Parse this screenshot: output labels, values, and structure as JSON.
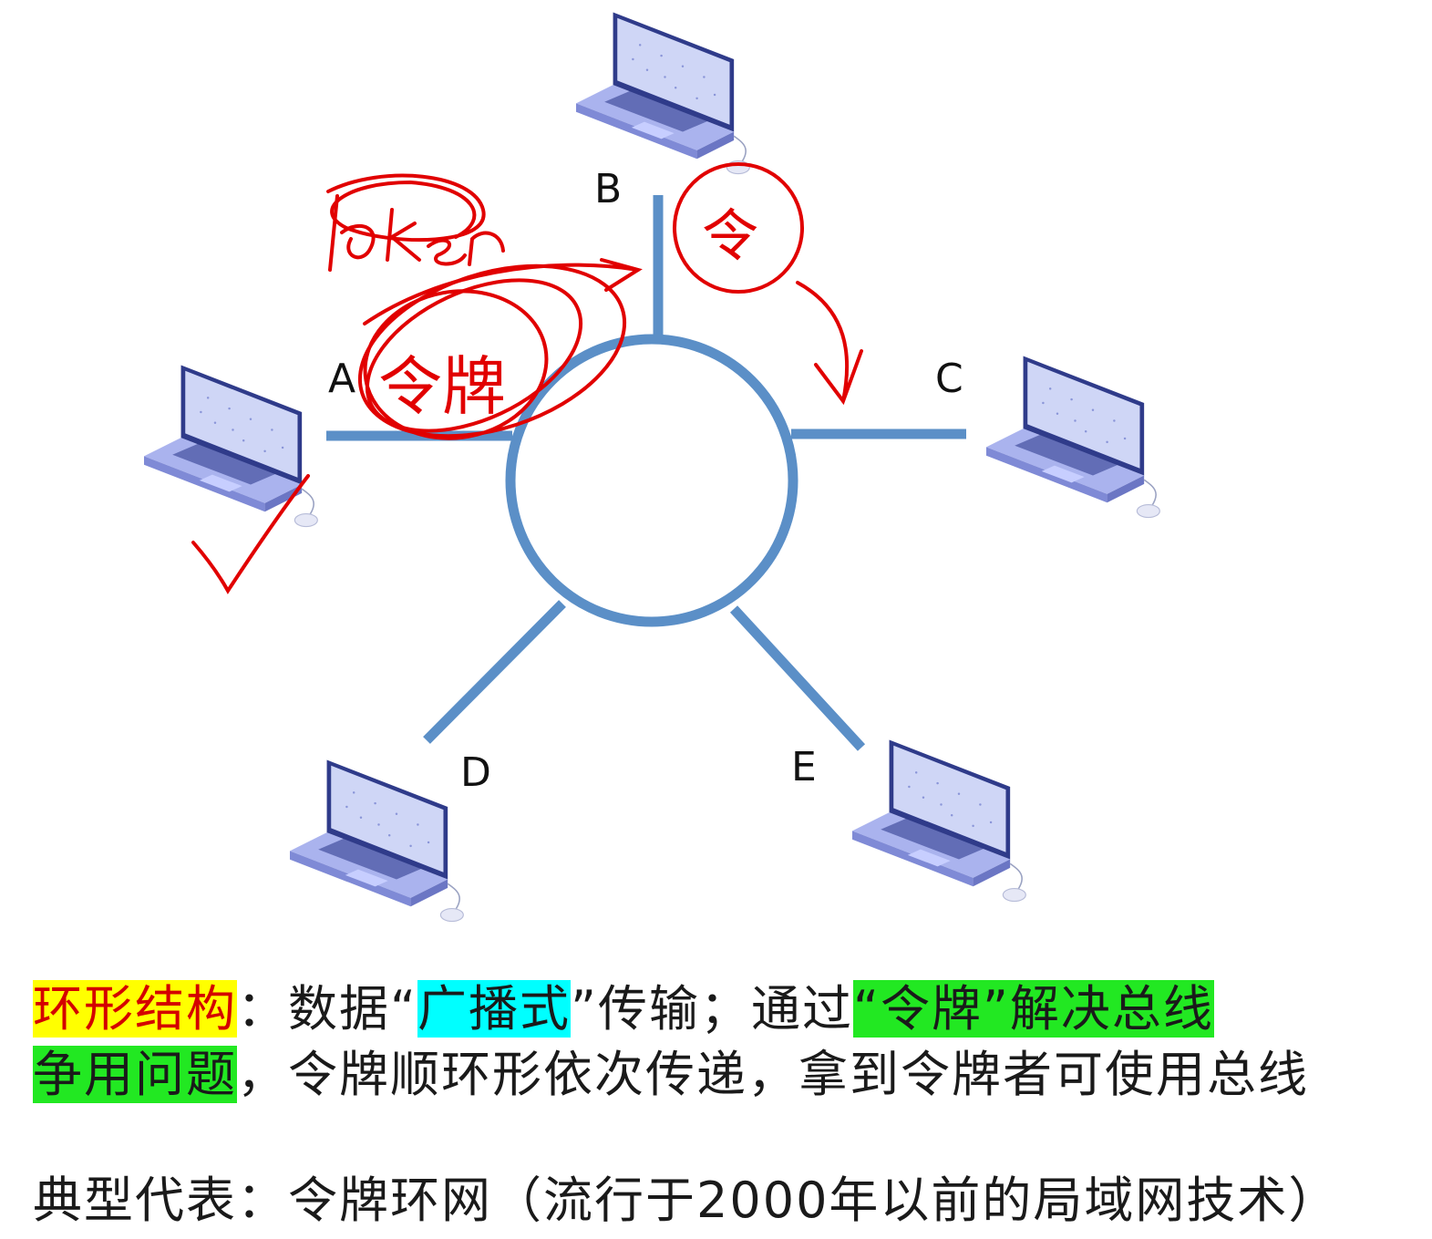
{
  "diagram": {
    "nodes": [
      {
        "id": "A",
        "label": "A"
      },
      {
        "id": "B",
        "label": "B"
      },
      {
        "id": "C",
        "label": "C"
      },
      {
        "id": "D",
        "label": "D"
      },
      {
        "id": "E",
        "label": "E"
      }
    ],
    "ring_color": "#5b8fc7",
    "laptop_color": "#9aa7e8",
    "annotation_color": "#e10000",
    "annotations": {
      "token_word": "Token",
      "token_cn": "令牌",
      "ling": "令"
    }
  },
  "caption": {
    "line1": {
      "term": "环形结构",
      "sep": "：数据“",
      "broadcast": "广播式",
      "mid": "”传输；通过",
      "token_phrase": "“令牌”解决总线"
    },
    "line2": {
      "term2": "争用问题",
      "rest": "，令牌顺环形依次传递，拿到令牌者可使用总线"
    },
    "line3": "典型代表：令牌环网（流行于2000年以前的局域网技术）"
  }
}
